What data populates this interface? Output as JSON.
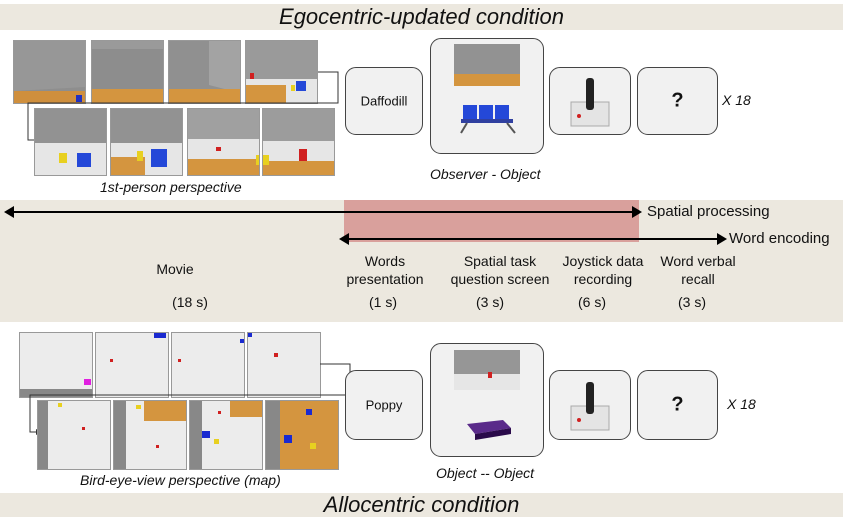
{
  "top": {
    "title": "Egocentric-updated condition",
    "caption": "1st-person perspective",
    "word": "Daffodill",
    "task_label": "Observer - Object",
    "question": "?",
    "repetitions": "X 18"
  },
  "bottom": {
    "title": "Allocentric condition",
    "caption": "Bird-eye-view perspective (map)",
    "word": "Poppy",
    "task_label": "Object -- Object",
    "question": "?",
    "repetitions": "X 18"
  },
  "timeline": {
    "spatial_label": "Spatial processing",
    "word_label": "Word encoding",
    "highlight_color": "#d9a09c",
    "phases": [
      {
        "name": "Movie",
        "duration": "(18 s)"
      },
      {
        "name": "Words\npresentation",
        "duration": "(1 s)"
      },
      {
        "name": "Spatial task\nquestion screen",
        "duration": "(3 s)"
      },
      {
        "name": "Joystick data\nrecording",
        "duration": "(6 s)"
      },
      {
        "name": "Word verbal\nrecall",
        "duration": "(3 s)"
      }
    ]
  }
}
